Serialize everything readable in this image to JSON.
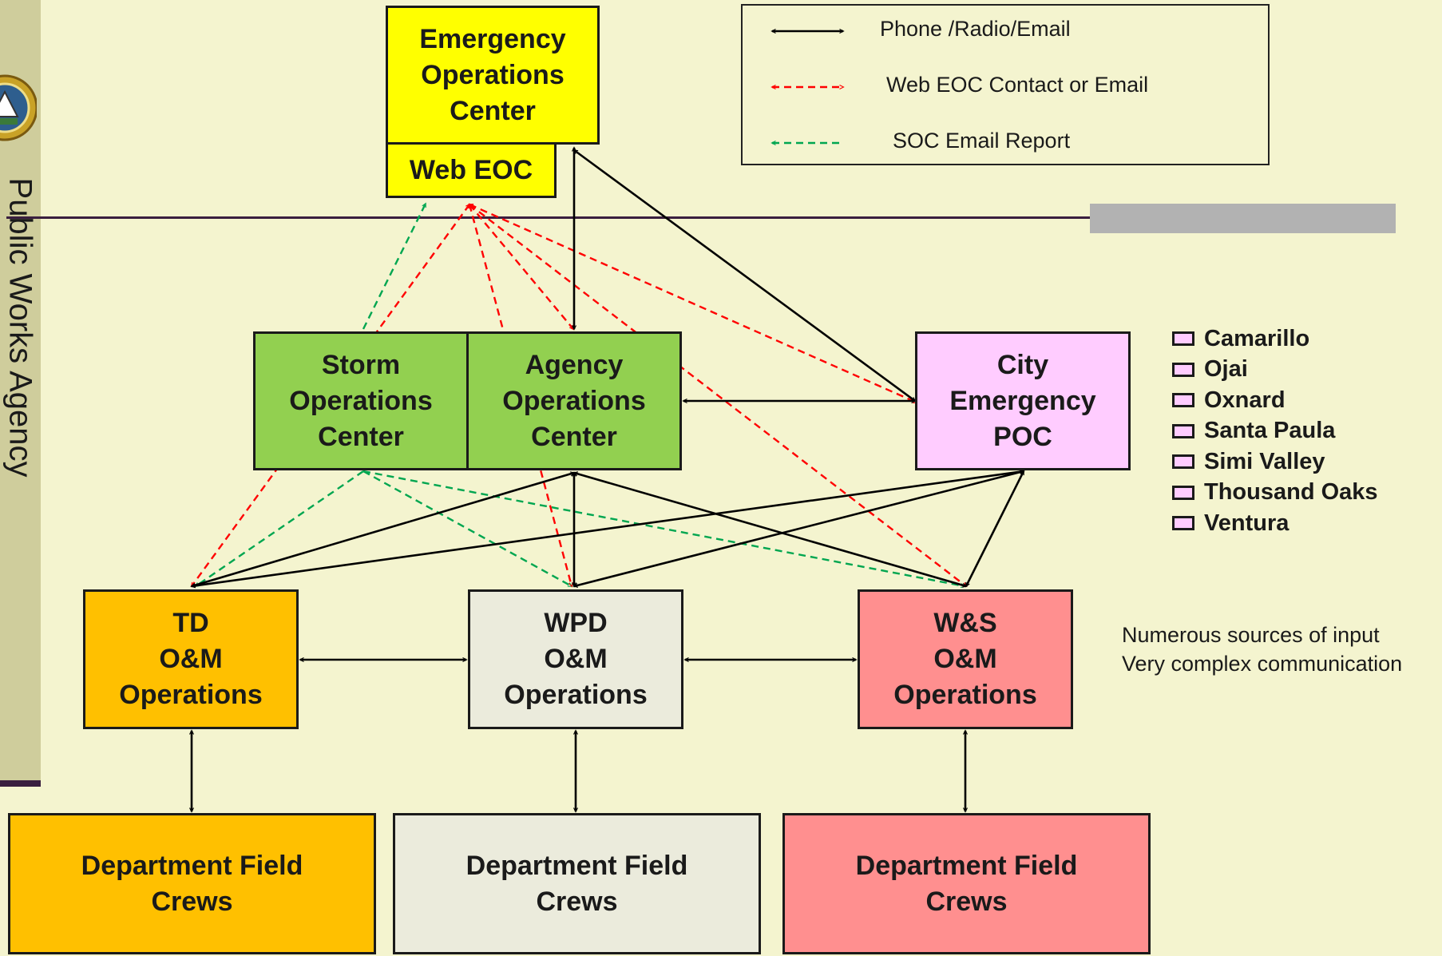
{
  "sidebar": {
    "vertical_text": "Public Works Agency"
  },
  "boxes": {
    "eoc": "Emergency\nOperations\nCenter",
    "web_eoc": "Web EOC",
    "soc": "Storm\nOperations\nCenter",
    "aoc": "Agency\nOperations\nCenter",
    "city_poc": "City\nEmergency\nPOC",
    "td": "TD\nO&M\nOperations",
    "wpd": "WPD\nO&M\nOperations",
    "ws": "W&S\nO&M\nOperations",
    "td_crews": "Department Field\nCrews",
    "wpd_crews": "Department Field\nCrews",
    "ws_crews": "Department Field\nCrews"
  },
  "legend": {
    "items": [
      {
        "label": "Phone /Radio/Email",
        "color": "#000000",
        "style": "solid"
      },
      {
        "label": "Web EOC Contact or Email",
        "color": "#ff0000",
        "style": "dashed"
      },
      {
        "label": "SOC Email Report",
        "color": "#00a650",
        "style": "dashed"
      }
    ]
  },
  "cities": [
    "Camarillo",
    "Ojai",
    "Oxnard",
    "Santa Paula",
    "Simi Valley",
    "Thousand Oaks",
    "Ventura"
  ],
  "notes": [
    "Numerous sources of input",
    "Very complex communication"
  ],
  "colors": {
    "background": "#f4f4cf",
    "phone": "#000000",
    "webeoc": "#ff0000",
    "soc": "#00a650"
  }
}
